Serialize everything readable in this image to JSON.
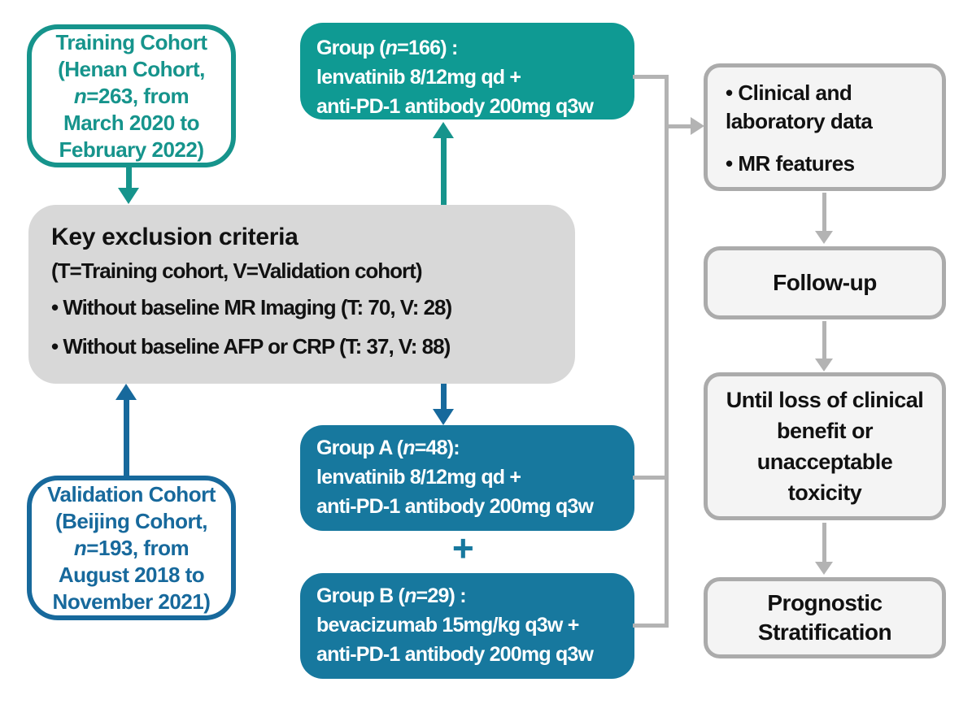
{
  "colors": {
    "teal": "#16948C",
    "teal_fill": "#0F9A93",
    "blue": "#17699C",
    "blue_fill": "#17789E",
    "gray_box": "#D8D8D8",
    "light_box": "#F4F4F4",
    "light_box_border": "#ABABAB",
    "connector_gray": "#B3B3B3"
  },
  "training_cohort": {
    "lines": [
      "Training Cohort",
      "(Henan Cohort,",
      "n=263, from",
      "March 2020 to",
      "February 2022)"
    ]
  },
  "validation_cohort": {
    "lines": [
      "Validation Cohort",
      "(Beijing Cohort,",
      "n=193, from",
      "August 2018 to",
      "November 2021)"
    ]
  },
  "group_all": {
    "lines": [
      "Group (n=166) :",
      "lenvatinib 8/12mg qd +",
      "anti-PD-1 antibody 200mg q3w"
    ]
  },
  "group_a": {
    "lines": [
      "Group A (n=48):",
      "lenvatinib 8/12mg qd +",
      "anti-PD-1 antibody 200mg q3w"
    ]
  },
  "group_b": {
    "lines": [
      "Group B (n=29) :",
      "bevacizumab 15mg/kg q3w +",
      "anti-PD-1 antibody 200mg q3w"
    ]
  },
  "plus_sign": "+",
  "exclusion": {
    "title": "Key exclusion criteria",
    "subtitle": "(T=Training cohort, V=Validation cohort)",
    "bullets": [
      "• Without baseline MR Imaging (T: 70, V: 28)",
      "• Without baseline AFP or CRP (T: 37, V: 88)"
    ]
  },
  "right_column": {
    "data_box_bullets": [
      "• Clinical and laboratory data",
      "• MR features"
    ],
    "followup": "Follow-up",
    "until_box": "Until loss of clinical benefit or unacceptable toxicity",
    "prognostic": "Prognostic Stratification"
  }
}
